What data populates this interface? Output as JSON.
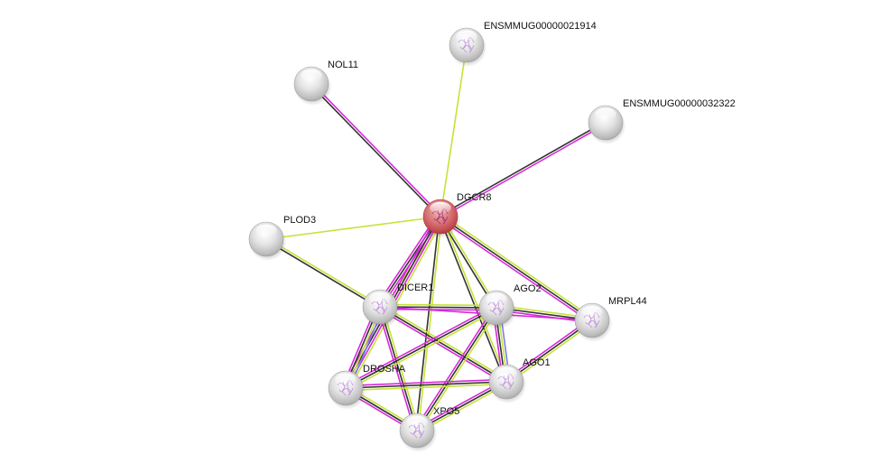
{
  "network": {
    "colors": {
      "textmining": "#c7e238",
      "coexpression": "#333333",
      "experiments": "#d62ad9",
      "databases": "#7b7bf0",
      "query_node": "#d9585e",
      "other_node": "#d8d8d8"
    },
    "nodes": [
      {
        "id": "DGCR8",
        "label": "DGCR8",
        "query": true,
        "structure": true
      },
      {
        "id": "ENSMMUG00000021914",
        "label": "ENSMMUG00000021914",
        "query": false,
        "structure": true
      },
      {
        "id": "NOL11",
        "label": "NOL11",
        "query": false,
        "structure": false
      },
      {
        "id": "ENSMMUG00000032322",
        "label": "ENSMMUG00000032322",
        "query": false,
        "structure": false
      },
      {
        "id": "PLOD3",
        "label": "PLOD3",
        "query": false,
        "structure": false
      },
      {
        "id": "DICER1",
        "label": "DICER1",
        "query": false,
        "structure": true
      },
      {
        "id": "AGO2",
        "label": "AGO2",
        "query": false,
        "structure": true
      },
      {
        "id": "MRPL44",
        "label": "MRPL44",
        "query": false,
        "structure": true
      },
      {
        "id": "AGO1",
        "label": "AGO1",
        "query": false,
        "structure": true
      },
      {
        "id": "DROSHA",
        "label": "DROSHA",
        "query": false,
        "structure": true
      },
      {
        "id": "XPO5",
        "label": "XPO5",
        "query": false,
        "structure": true
      }
    ],
    "edges": [
      {
        "source": "DGCR8",
        "target": "ENSMMUG00000021914",
        "evidence": [
          "textmining"
        ]
      },
      {
        "source": "DGCR8",
        "target": "NOL11",
        "evidence": [
          "coexpression",
          "experiments"
        ]
      },
      {
        "source": "DGCR8",
        "target": "ENSMMUG00000032322",
        "evidence": [
          "coexpression",
          "experiments"
        ]
      },
      {
        "source": "DGCR8",
        "target": "PLOD3",
        "evidence": [
          "textmining"
        ]
      },
      {
        "source": "DGCR8",
        "target": "DICER1",
        "evidence": [
          "textmining",
          "experiments",
          "coexpression",
          "experiments"
        ]
      },
      {
        "source": "DGCR8",
        "target": "AGO2",
        "evidence": [
          "textmining",
          "coexpression"
        ]
      },
      {
        "source": "DGCR8",
        "target": "MRPL44",
        "evidence": [
          "textmining",
          "coexpression",
          "experiments"
        ]
      },
      {
        "source": "DGCR8",
        "target": "AGO1",
        "evidence": [
          "textmining",
          "coexpression"
        ]
      },
      {
        "source": "DGCR8",
        "target": "DROSHA",
        "evidence": [
          "textmining",
          "experiments",
          "coexpression",
          "experiments"
        ]
      },
      {
        "source": "DGCR8",
        "target": "XPO5",
        "evidence": [
          "textmining",
          "coexpression"
        ]
      },
      {
        "source": "PLOD3",
        "target": "DICER1",
        "evidence": [
          "textmining",
          "coexpression"
        ]
      },
      {
        "source": "DICER1",
        "target": "AGO2",
        "evidence": [
          "textmining",
          "coexpression",
          "experiments"
        ]
      },
      {
        "source": "DICER1",
        "target": "AGO1",
        "evidence": [
          "textmining",
          "coexpression",
          "experiments"
        ]
      },
      {
        "source": "DICER1",
        "target": "DROSHA",
        "evidence": [
          "databases",
          "textmining",
          "coexpression",
          "experiments"
        ]
      },
      {
        "source": "DICER1",
        "target": "XPO5",
        "evidence": [
          "textmining",
          "coexpression",
          "experiments"
        ]
      },
      {
        "source": "DICER1",
        "target": "MRPL44",
        "evidence": [
          "experiments"
        ]
      },
      {
        "source": "AGO2",
        "target": "MRPL44",
        "evidence": [
          "textmining",
          "coexpression",
          "experiments"
        ]
      },
      {
        "source": "AGO2",
        "target": "AGO1",
        "evidence": [
          "databases",
          "textmining",
          "coexpression",
          "experiments"
        ]
      },
      {
        "source": "AGO2",
        "target": "DROSHA",
        "evidence": [
          "textmining",
          "coexpression",
          "experiments"
        ]
      },
      {
        "source": "AGO2",
        "target": "XPO5",
        "evidence": [
          "textmining",
          "coexpression",
          "experiments"
        ]
      },
      {
        "source": "MRPL44",
        "target": "AGO1",
        "evidence": [
          "textmining",
          "coexpression",
          "experiments"
        ]
      },
      {
        "source": "AGO1",
        "target": "DROSHA",
        "evidence": [
          "textmining",
          "coexpression",
          "experiments"
        ]
      },
      {
        "source": "AGO1",
        "target": "XPO5",
        "evidence": [
          "textmining",
          "coexpression",
          "experiments"
        ]
      },
      {
        "source": "DROSHA",
        "target": "XPO5",
        "evidence": [
          "textmining",
          "coexpression",
          "experiments"
        ]
      }
    ]
  }
}
